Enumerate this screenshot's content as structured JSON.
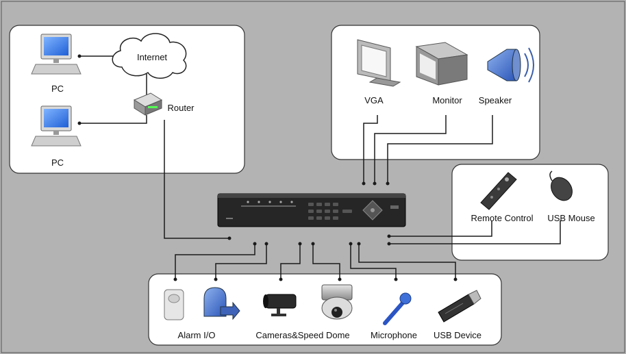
{
  "internet": "Internet",
  "router": "Router",
  "pc_top": "PC",
  "pc_bottom": "PC",
  "vga": "VGA",
  "monitor": "Monitor",
  "speaker": "Speaker",
  "remote": "Remote Control",
  "mouse": "USB Mouse",
  "alarm": "Alarm I/O",
  "cameras": "Cameras&Speed Dome",
  "microphone": "Microphone",
  "usb": "USB Device",
  "colors": {
    "background": "#b3b3b3",
    "panel": "#ffffff",
    "line": "#1a1a1a",
    "device": "#2b2b2b"
  }
}
